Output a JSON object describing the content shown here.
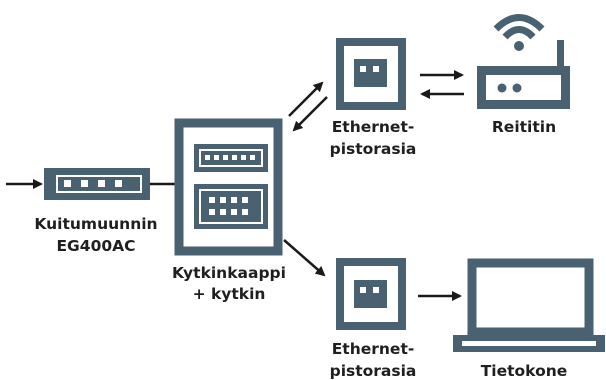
{
  "diagram": {
    "colors": {
      "device": "#4a6172",
      "port": "#ffffff",
      "arrow": "#1a1a1a",
      "text": "#1f1f1f",
      "background": "#ffffff"
    },
    "fiber_converter": {
      "label_line1": "Kuitumuunnin",
      "label_line2": "EG400AC",
      "icon": "fiber-converter-icon"
    },
    "cabinet": {
      "label_line1": "Kytkinkaappi",
      "label_line2": "+ kytkin",
      "icon": "switch-cabinet-icon"
    },
    "outlet_top": {
      "label_line1": "Ethernet-",
      "label_line2": "pistorasia",
      "icon": "ethernet-outlet-icon"
    },
    "outlet_bottom": {
      "label_line1": "Ethernet-",
      "label_line2": "pistorasia",
      "icon": "ethernet-outlet-icon"
    },
    "router": {
      "label": "Reititin",
      "icon": "router-icon"
    },
    "laptop": {
      "label": "Tietokone",
      "icon": "laptop-icon"
    }
  }
}
